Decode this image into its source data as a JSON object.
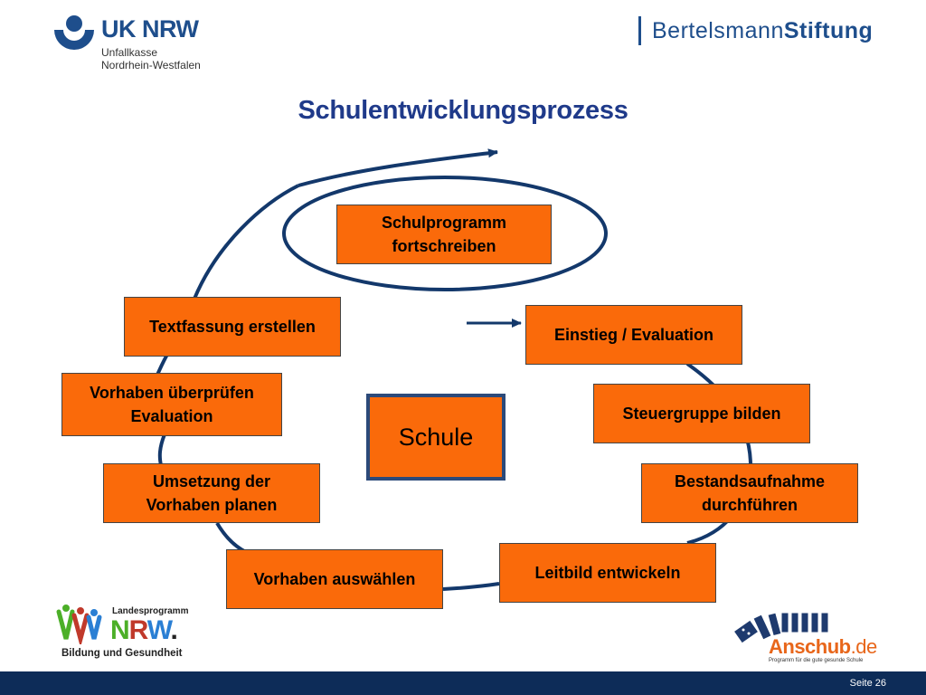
{
  "title": "Schulentwicklungsprozess",
  "logos": {
    "uk_nrw": {
      "title": "UK NRW",
      "subtitle": "Unfallkasse\nNordrhein-Westfalen",
      "color": "#1e4e8c"
    },
    "bertelsmann": {
      "part1": "Bertelsmann",
      "part2": "Stiftung",
      "color": "#1e4e8c"
    },
    "landesprogramm": {
      "small": "Landesprogramm",
      "main_n": "N",
      "main_r": "R",
      "main_w": "W",
      "main_dot": ".",
      "bottom": "Bildung und Gesundheit"
    },
    "anschub": {
      "name": "Anschub",
      "tld": ".de",
      "tagline": "Programm für die gute gesunde Schule",
      "color": "#e8661a"
    }
  },
  "diagram": {
    "center": "Schule",
    "steps": [
      "Einstieg / Evaluation",
      "Steuergruppe bilden",
      "Bestandsaufnahme\ndurchführen",
      "Leitbild entwickeln",
      "Vorhaben auswählen",
      "Umsetzung der\nVorhaben planen",
      "Vorhaben überprüfen\nEvaluation",
      "Textfassung erstellen",
      "Schulprogramm\nfortschreiben"
    ]
  },
  "colors": {
    "box_fill": "#fa6a0a",
    "cycle_stroke": "#13386b",
    "title": "#1f3a8a",
    "footer": "#0d2c58"
  },
  "footer": {
    "page": "Seite 26"
  }
}
